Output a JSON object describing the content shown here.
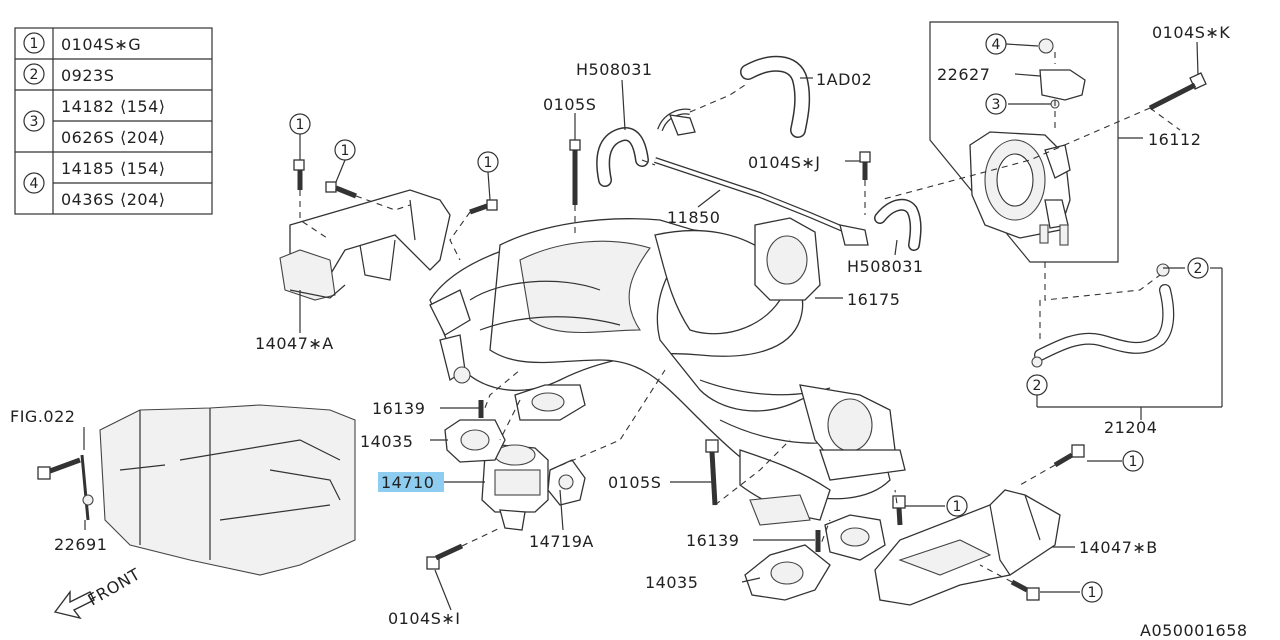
{
  "legend": [
    {
      "num": "1",
      "parts": [
        "0104S∗G"
      ]
    },
    {
      "num": "2",
      "parts": [
        "0923S"
      ]
    },
    {
      "num": "3",
      "parts": [
        "14182 ⟨154⟩",
        "0626S ⟨204⟩"
      ]
    },
    {
      "num": "4",
      "parts": [
        "14185 ⟨154⟩",
        "0436S ⟨204⟩"
      ]
    }
  ],
  "labels": {
    "h508031_top": "H508031",
    "ad02": "1AD02",
    "s0105_top": "0105S",
    "s0104_k": "0104S∗K",
    "p22627": "22627",
    "p16112": "16112",
    "s0104_j": "0104S∗J",
    "p11850": "11850",
    "h508031_bot": "H508031",
    "p16175": "16175",
    "p14047a": "14047∗A",
    "fig022": "FIG.022",
    "p16139_left": "16139",
    "p14035_left": "14035",
    "p14710": "14710",
    "p22691": "22691",
    "p14719a": "14719A",
    "s0105_mid": "0105S",
    "p16139_right": "16139",
    "p14035_right": "14035",
    "p14047b": "14047∗B",
    "s0104_i": "0104S∗I",
    "p21204": "21204",
    "front": "FRONT",
    "diagram_id": "A050001658"
  },
  "callouts": {
    "c1": "1",
    "c2": "2",
    "c3": "3",
    "c4": "4"
  },
  "highlight_color": "#8ecdf0"
}
